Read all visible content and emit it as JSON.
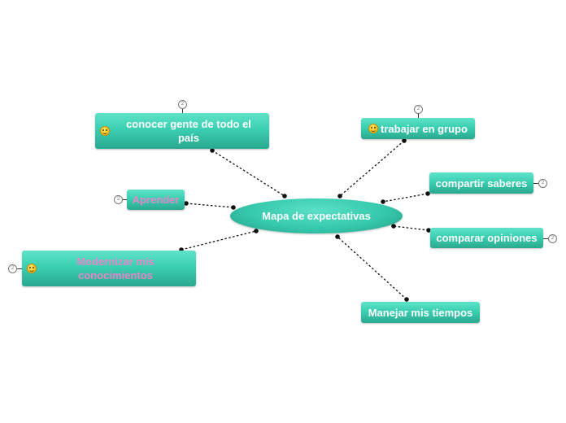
{
  "central": {
    "label": "Mapa de expectativas"
  },
  "nodes": {
    "conocer": {
      "label": "conocer gente de todo el país",
      "badge": "2",
      "icon": "grinning-face-icon"
    },
    "trabajar": {
      "label": "trabajar en grupo",
      "badge": "2",
      "icon": "smiling-face-icon"
    },
    "aprender": {
      "label": "Aprender",
      "badge": "2"
    },
    "compartir": {
      "label": "compartir saberes",
      "badge": "2"
    },
    "comparar": {
      "label": "comparar opiniones",
      "badge": "2"
    },
    "modernizar": {
      "label": "Modernizar mis conocimientos",
      "badge": "2",
      "icon": "grinning-face-icon"
    },
    "manejar": {
      "label": "Manejar mis tiempos"
    }
  },
  "colors": {
    "node_top": "#5fe3c8",
    "node_bottom": "#2aa88f",
    "text": "#ffffff",
    "pink_text": "#e586c9",
    "connector": "#111111"
  }
}
